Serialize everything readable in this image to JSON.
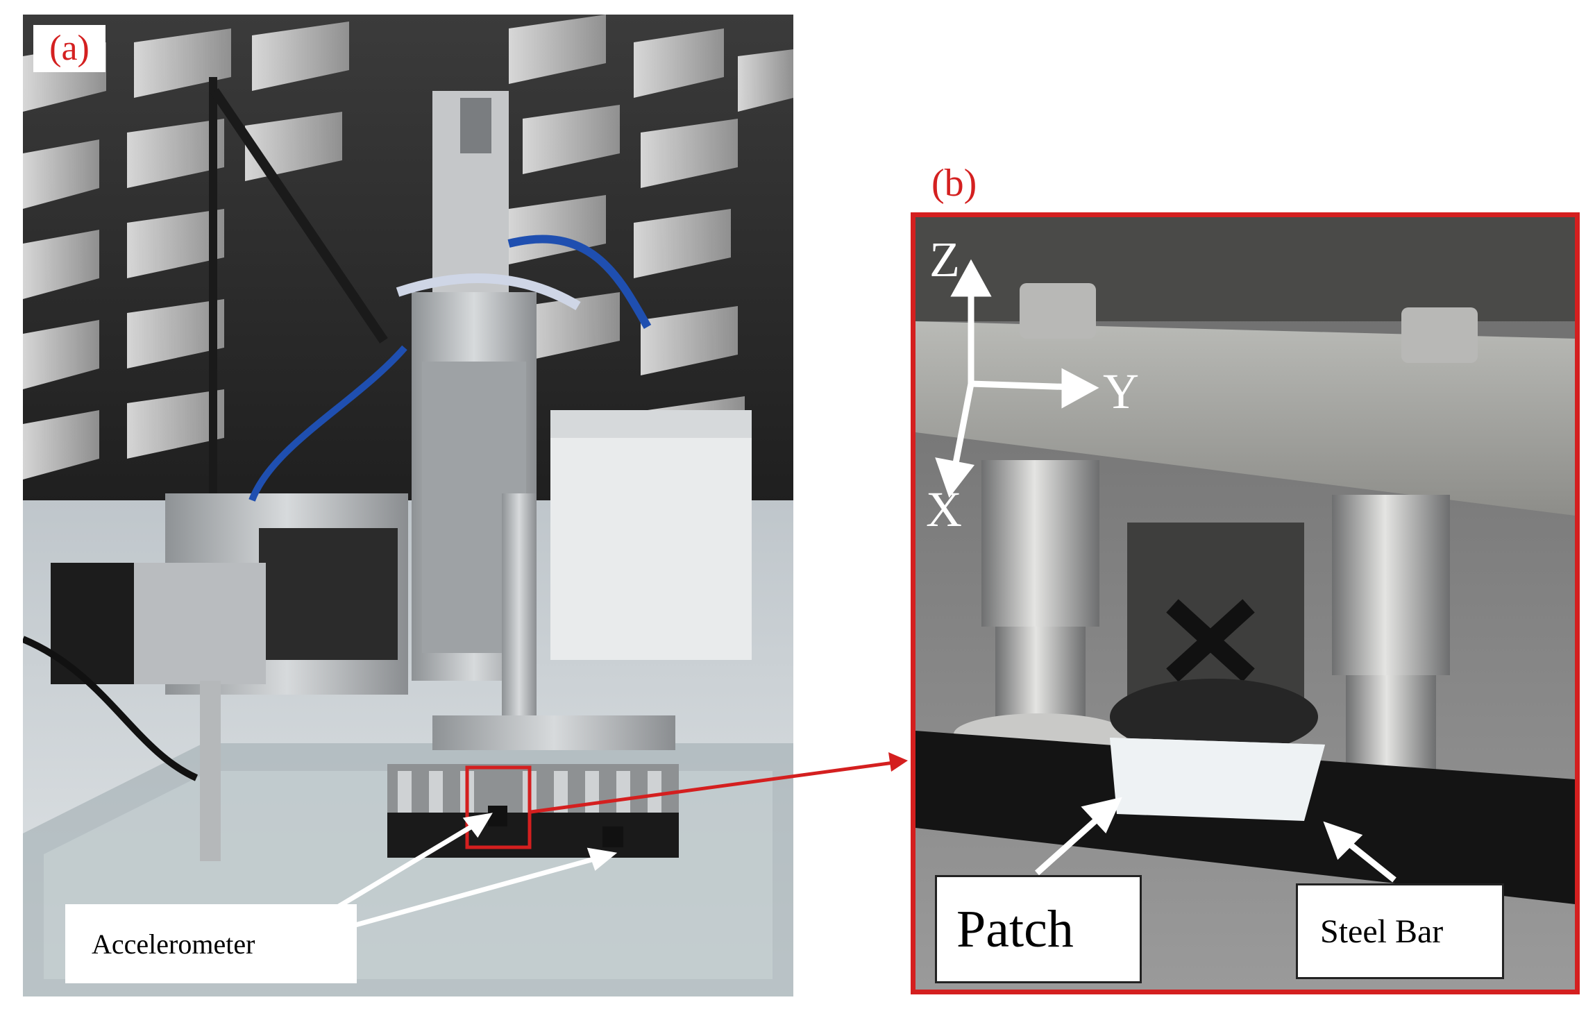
{
  "panel_a": {
    "label": "(a)",
    "callout": "Accelerometer"
  },
  "panel_b": {
    "label": "(b)",
    "axes": {
      "z": "Z",
      "y": "Y",
      "x": "X"
    },
    "patch_label": "Patch",
    "steel_bar_label": "Steel Bar"
  },
  "colors": {
    "annotation_red": "#d41f1f",
    "label_red": "#d42020"
  }
}
